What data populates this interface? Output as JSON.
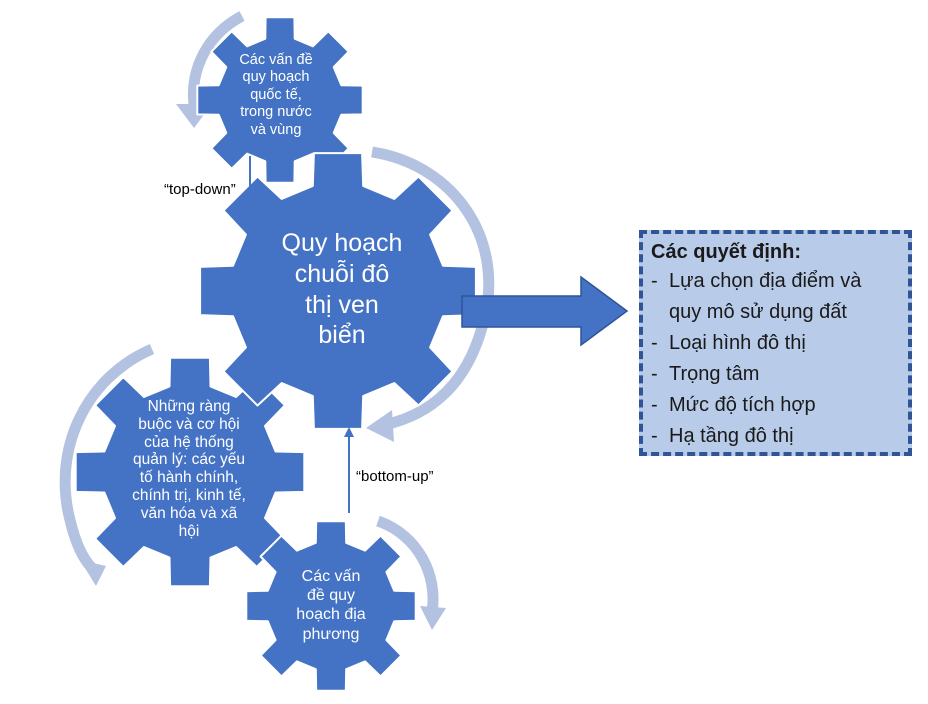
{
  "colors": {
    "gear_fill": "#4472c4",
    "gear_outline": "#ffffff",
    "cycle_arrow": "#b4c2e2",
    "flow_arrow": "#4472c4",
    "box_fill": "#b8cbe8",
    "box_border": "#2f5597"
  },
  "gears": {
    "top": {
      "lines": [
        "Các vấn đề",
        "quy hoạch",
        "quốc tế,",
        "trong nước",
        "và vùng"
      ]
    },
    "center": {
      "lines": [
        "Quy hoạch",
        "chuỗi đô",
        "thị ven",
        "biển"
      ]
    },
    "left": {
      "lines": [
        "Những ràng",
        "buộc và cơ hội",
        "của hệ thống",
        "quản lý: các yếu",
        "tố hành chính,",
        "chính trị, kinh tế,",
        "văn hóa và xã",
        "hội"
      ]
    },
    "bottom": {
      "lines": [
        "Các vấn",
        "đề quy",
        "hoạch địa",
        "phương"
      ]
    }
  },
  "labels": {
    "top_down": "“top-down”",
    "bottom_up": "“bottom-up”"
  },
  "decisions": {
    "title": "Các quyết định:",
    "items": [
      {
        "lines": [
          "Lựa chọn địa điểm và",
          "quy mô sử dụng đất"
        ]
      },
      {
        "lines": [
          "Loại hình đô thị"
        ]
      },
      {
        "lines": [
          "Trọng tâm"
        ]
      },
      {
        "lines": [
          "Mức độ tích hợp"
        ]
      },
      {
        "lines": [
          "Hạ tầng đô thị"
        ]
      }
    ],
    "bullet": "-"
  }
}
